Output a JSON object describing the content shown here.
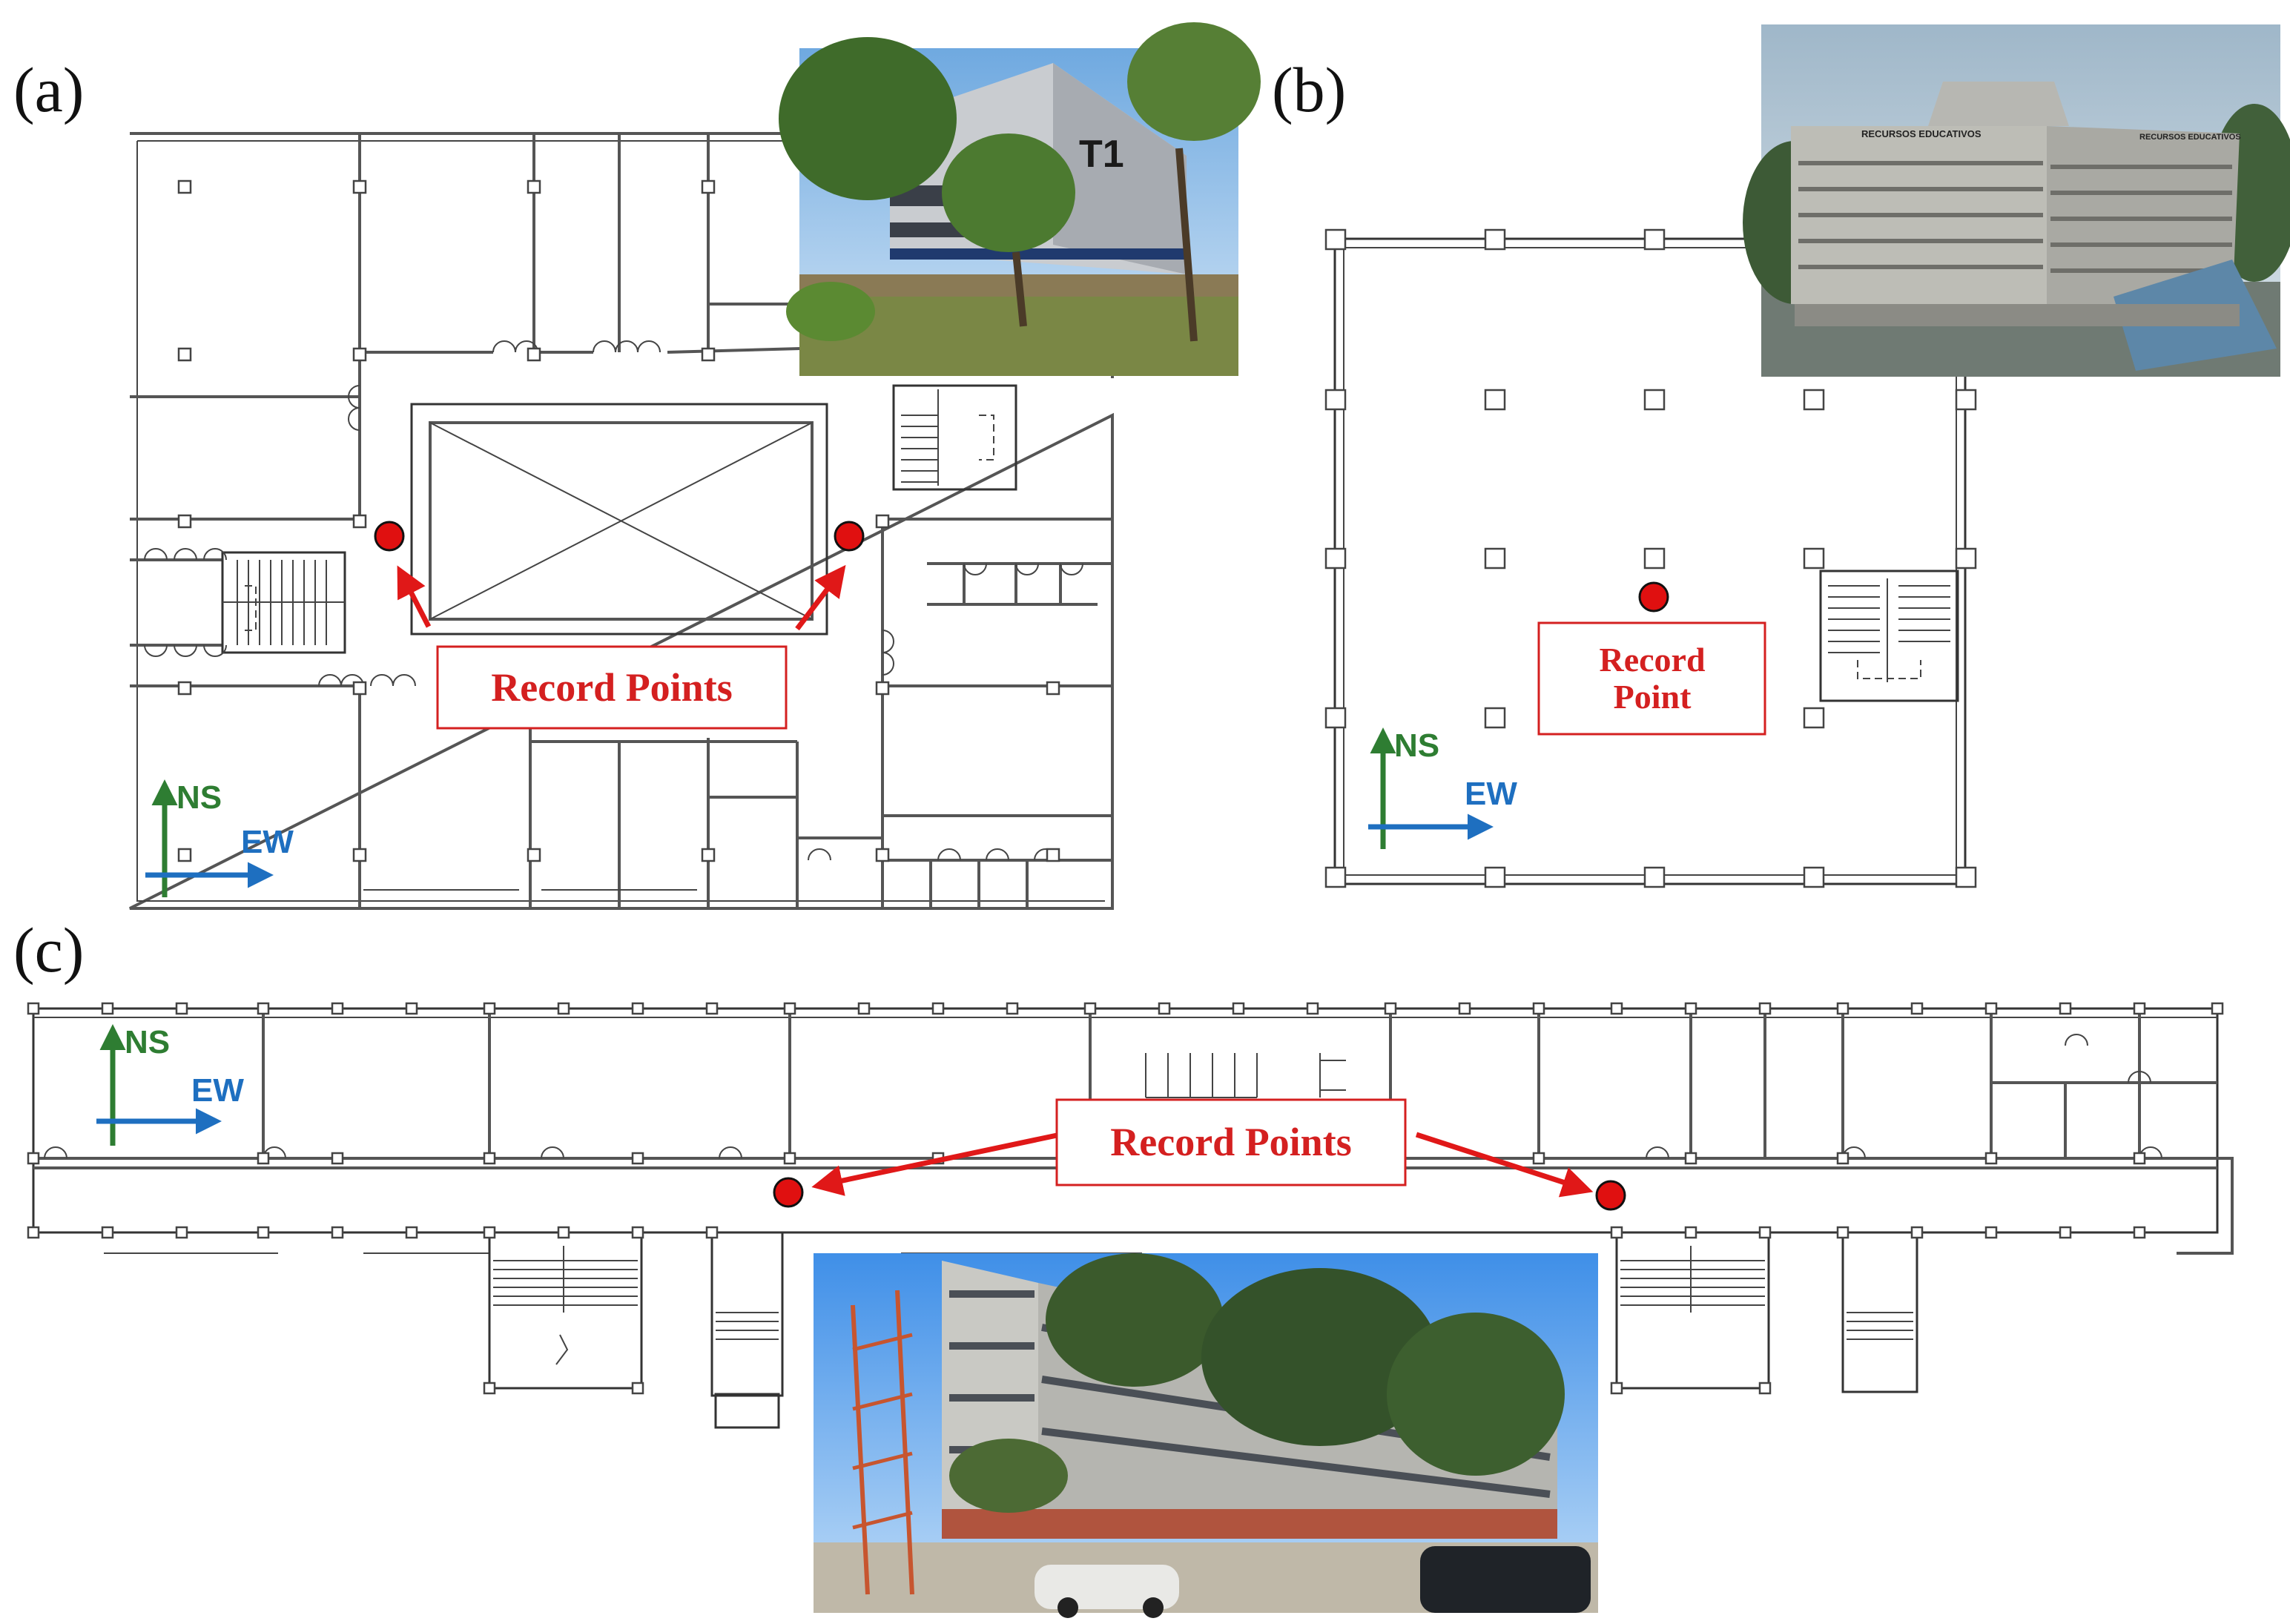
{
  "panels": {
    "a": {
      "label": "(a)",
      "record_label": "Record Points",
      "photo_text": "T1"
    },
    "b": {
      "label": "(b)",
      "record_label_line1": "Record",
      "record_label_line2": "Point",
      "photo_text_left": "RECURSOS EDUCATIVOS",
      "photo_text_right": "RECURSOS EDUCATIVOS"
    },
    "c": {
      "label": "(c)",
      "record_label": "Record Points"
    }
  },
  "compass": {
    "ns": "NS",
    "ew": "EW"
  },
  "colors": {
    "record": "#e01010",
    "ns_arrow": "#2e7d32",
    "ew_arrow": "#1e6fc0",
    "wall": "#555555"
  },
  "icons": {
    "photo_a": "building-photo",
    "photo_b": "building-photo",
    "photo_c": "building-photo"
  }
}
